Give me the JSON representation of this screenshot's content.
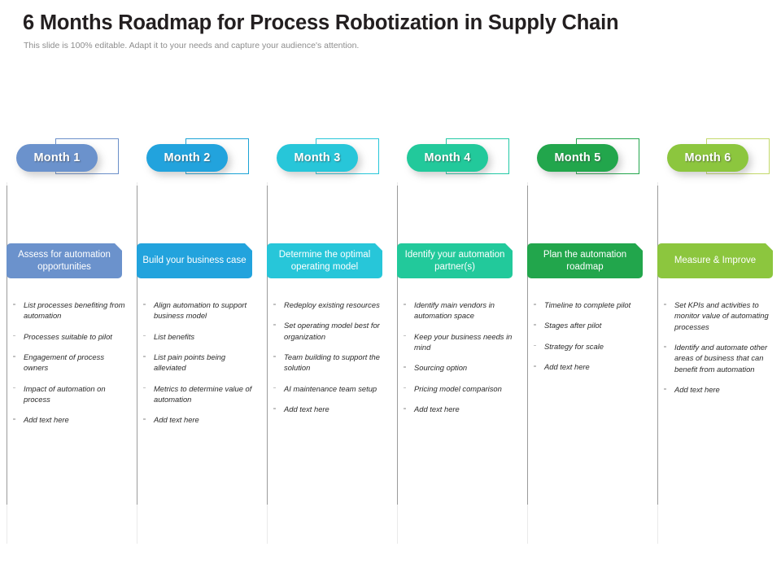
{
  "header": {
    "title": "6 Months Roadmap for Process Robotization in Supply Chain",
    "subtitle": "This slide is 100% editable. Adapt it to your needs and capture your audience's attention."
  },
  "columns": [
    {
      "badge": "Month 1",
      "color": "#6b92cc",
      "outline": "#6b8fc9",
      "banner": "Assess for automation opportunities",
      "bullets": [
        "List processes benefiting from automation",
        "Processes suitable to pilot",
        "Engagement of process owners",
        "Impact of automation on process",
        "Add text here"
      ]
    },
    {
      "badge": "Month 2",
      "color": "#22a3dd",
      "outline": "#1ba3d6",
      "banner": "Build your business case",
      "bullets": [
        "Align automation to support business model",
        "List benefits",
        "List pain points being alleviated",
        "Metrics to determine value of automation",
        "Add text here"
      ]
    },
    {
      "badge": "Month 3",
      "color": "#27c6d9",
      "outline": "#27c6d9",
      "banner": "Determine the optimal operating model",
      "bullets": [
        "Redeploy existing resources",
        "Set operating model best for organization",
        "Team building to support the solution",
        "AI maintenance team setup",
        "Add text here"
      ]
    },
    {
      "badge": "Month 4",
      "color": "#22c99b",
      "outline": "#22c9a5",
      "banner": "Identify your automation partner(s)",
      "bullets": [
        "Identify main vendors in automation space",
        "Keep your business needs in mind",
        "Sourcing option",
        "Pricing model comparison",
        "Add text here"
      ]
    },
    {
      "badge": "Month 5",
      "color": "#22a64c",
      "outline": "#22a64c",
      "banner": "Plan the automation roadmap",
      "bullets": [
        "Timeline to complete pilot",
        "Stages after pilot",
        "Strategy for scale",
        "Add text here"
      ]
    },
    {
      "badge": "Month 6",
      "color": "#8cc63e",
      "outline": "#c3d96b",
      "banner": "Measure & Improve",
      "bullets": [
        "Set KPIs and activities to monitor value of automating processes",
        "Identify and automate other areas of business that can benefit from automation",
        "Add text here"
      ]
    }
  ]
}
